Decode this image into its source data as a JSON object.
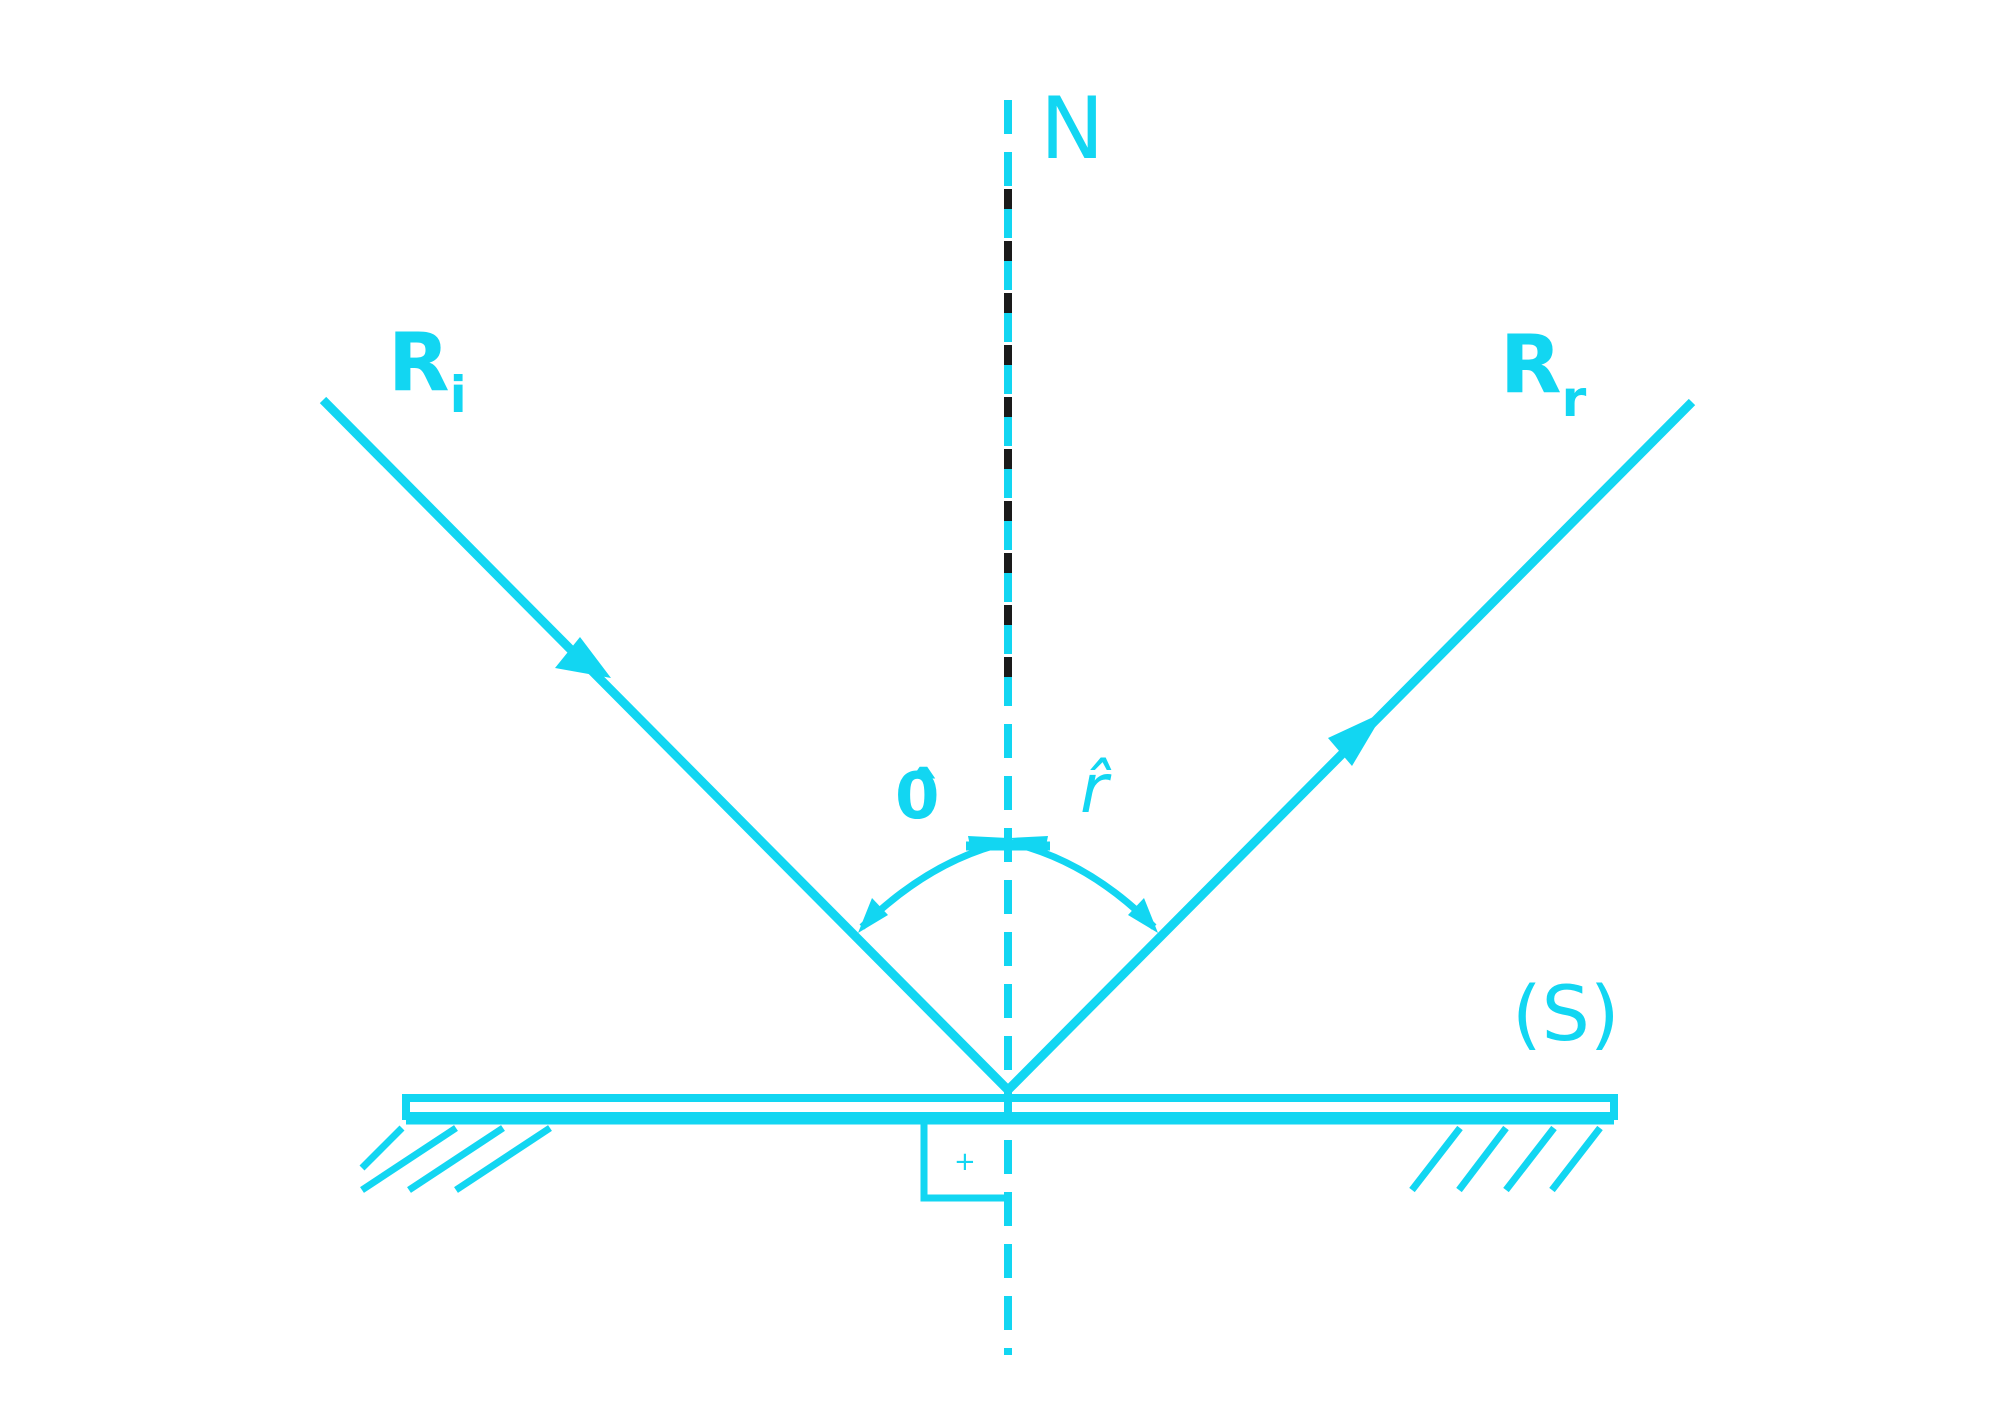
{
  "labels": {
    "normal": "N",
    "incident_ray_main": "R",
    "incident_ray_sub": "i",
    "reflected_ray_main": "R",
    "reflected_ray_sub": "r",
    "angle_incidence": "0̂",
    "angle_reflection": "r̂",
    "surface": "(S)",
    "right_angle_marker": "+"
  },
  "colors": {
    "diagram": "#12d6f2",
    "normal_dashes": "#1a1a1a",
    "background": "#ffffff"
  }
}
